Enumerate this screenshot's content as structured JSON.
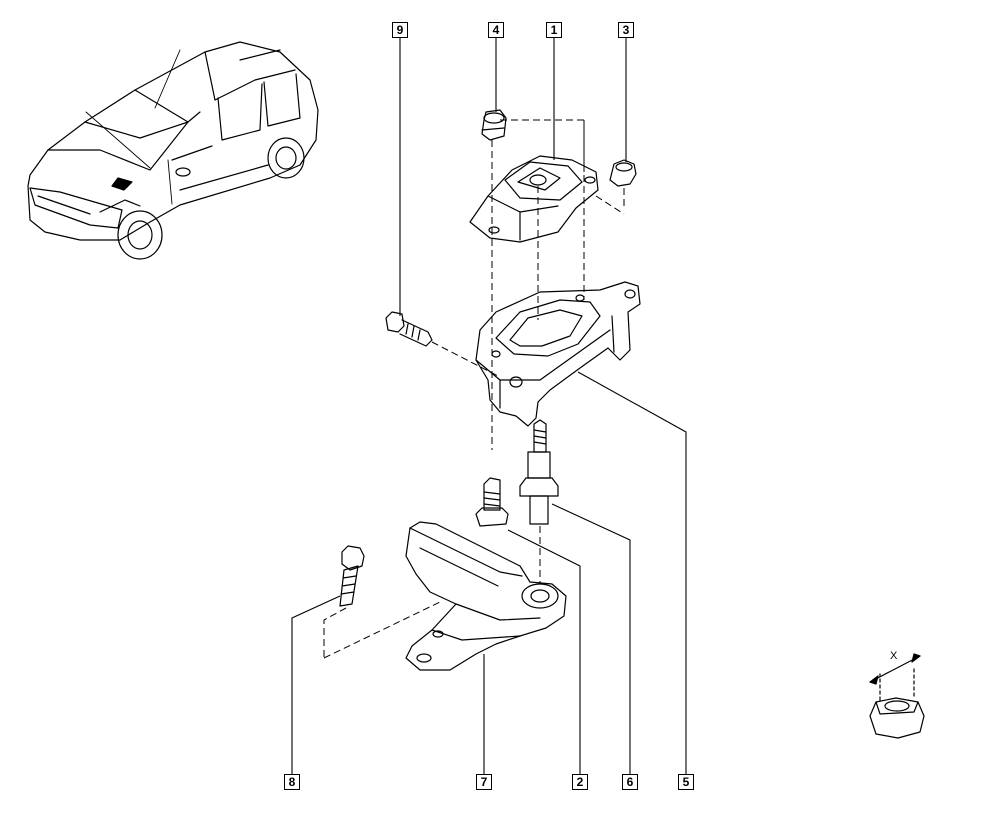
{
  "callouts": [
    {
      "id": "1",
      "label": "1"
    },
    {
      "id": "2",
      "label": "2"
    },
    {
      "id": "3",
      "label": "3"
    },
    {
      "id": "4",
      "label": "4"
    },
    {
      "id": "5",
      "label": "5"
    },
    {
      "id": "6",
      "label": "6"
    },
    {
      "id": "7",
      "label": "7"
    },
    {
      "id": "8",
      "label": "8"
    },
    {
      "id": "9",
      "label": "9"
    }
  ],
  "detail": {
    "dimension_label": "X"
  },
  "colors": {
    "line": "#000000",
    "background": "#ffffff"
  }
}
